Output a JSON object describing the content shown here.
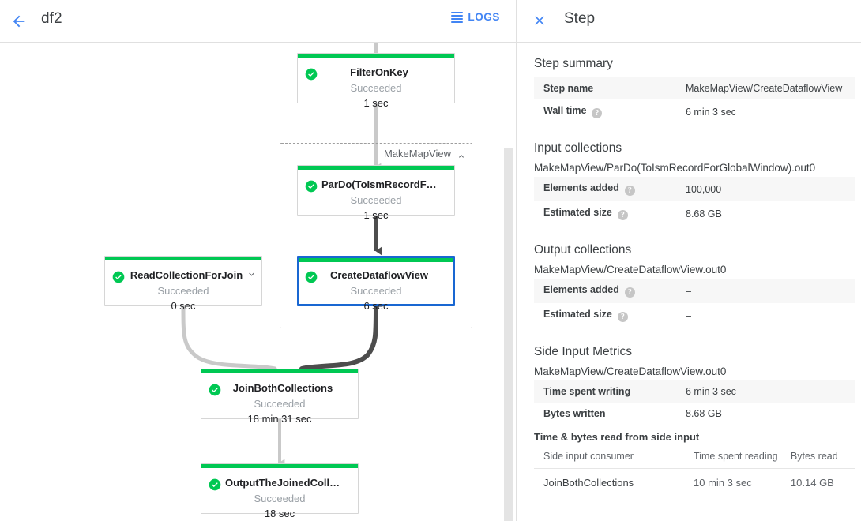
{
  "header": {
    "back_icon": "arrow-back-icon",
    "job_title": "df2",
    "logs_label": "LOGS",
    "logs_icon": "logs-hamburger-icon"
  },
  "graph": {
    "composite": {
      "label": "MakeMapView",
      "chevron_icon": "chevron-up-icon"
    },
    "status_color": "#00c853",
    "selected_color": "#1967d2",
    "nodes": [
      {
        "id": "filter-on-key",
        "title": "FilterOnKey",
        "status": "Succeeded",
        "time": "1 sec",
        "selected": false,
        "chevron": null
      },
      {
        "id": "pardo-toismrecordfor",
        "title": "ParDo(ToIsmRecordFor…",
        "status": "Succeeded",
        "time": "1 sec",
        "selected": false,
        "chevron": null
      },
      {
        "id": "read-collection-for-join",
        "title": "ReadCollectionForJoin",
        "status": "Succeeded",
        "time": "0 sec",
        "selected": false,
        "chevron": "chevron-down-icon"
      },
      {
        "id": "create-dataflow-view",
        "title": "CreateDataflowView",
        "status": "Succeeded",
        "time": "6 sec",
        "selected": true,
        "chevron": null
      },
      {
        "id": "join-both-collections",
        "title": "JoinBothCollections",
        "status": "Succeeded",
        "time": "18 min 31 sec",
        "selected": false,
        "chevron": null
      },
      {
        "id": "output-the-joined-collec",
        "title": "OutputTheJoinedCollec…",
        "status": "Succeeded",
        "time": "18 sec",
        "selected": false,
        "chevron": null
      }
    ]
  },
  "panel": {
    "close_icon": "close-icon",
    "heading": "Step",
    "step_summary": {
      "title": "Step summary",
      "rows": [
        {
          "key": "Step name",
          "help": false,
          "value": "MakeMapView/CreateDataflowView"
        },
        {
          "key": "Wall time",
          "help": true,
          "value": "6 min 3 sec"
        }
      ]
    },
    "input_collections": {
      "title": "Input collections",
      "name": "MakeMapView/ParDo(ToIsmRecordForGlobalWindow).out0",
      "rows": [
        {
          "key": "Elements added",
          "help": true,
          "value": "100,000"
        },
        {
          "key": "Estimated size",
          "help": true,
          "value": "8.68 GB"
        }
      ]
    },
    "output_collections": {
      "title": "Output collections",
      "name": "MakeMapView/CreateDataflowView.out0",
      "rows": [
        {
          "key": "Elements added",
          "help": true,
          "value": "–"
        },
        {
          "key": "Estimated size",
          "help": true,
          "value": "–"
        }
      ]
    },
    "side_input_metrics": {
      "title": "Side Input Metrics",
      "name": "MakeMapView/CreateDataflowView.out0",
      "rows": [
        {
          "key": "Time spent writing",
          "help": false,
          "value": "6 min 3 sec"
        },
        {
          "key": "Bytes written",
          "help": false,
          "value": "8.68 GB"
        }
      ],
      "table_title": "Time & bytes read from side input",
      "columns": [
        "Side input consumer",
        "Time spent reading",
        "Bytes read"
      ],
      "rows_table": [
        [
          "JoinBothCollections",
          "10 min 3 sec",
          "10.14 GB"
        ]
      ]
    }
  }
}
